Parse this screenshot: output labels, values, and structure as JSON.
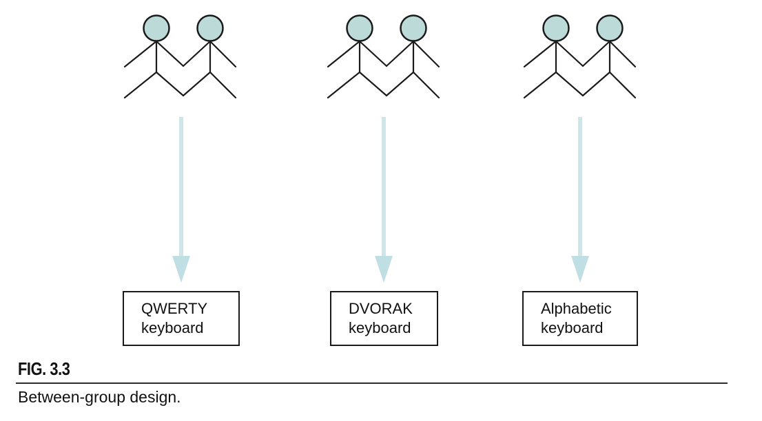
{
  "figure": {
    "label": "FIG. 3.3",
    "caption": "Between-group design.",
    "groups": [
      {
        "condition": {
          "line1": "QWERTY",
          "line2": "keyboard"
        }
      },
      {
        "condition": {
          "line1": "DVORAK",
          "line2": "keyboard"
        }
      },
      {
        "condition": {
          "line1": "Alphabetic",
          "line2": "keyboard"
        }
      }
    ],
    "icons": {
      "participants": "stick-figure-pair-icon",
      "assignment": "down-arrow-icon"
    },
    "colors": {
      "head_fill": "#bcdbd8",
      "arrow_shaft": "#d0e5e8",
      "arrow_head": "#c0dfe4",
      "line": "#1a1a1a"
    }
  }
}
